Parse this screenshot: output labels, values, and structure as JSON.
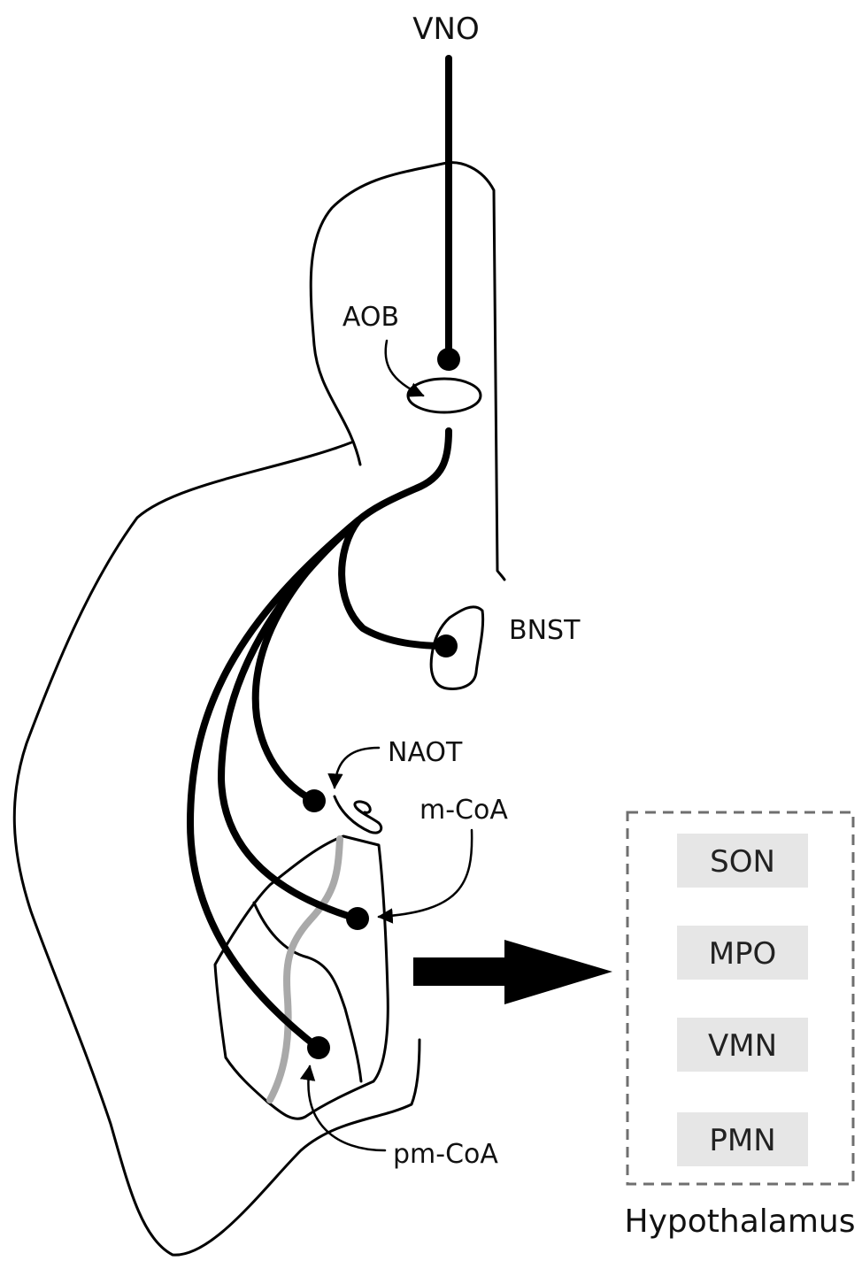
{
  "labels": {
    "vno": "VNO",
    "aob": "AOB",
    "bnst": "BNST",
    "naot": "NAOT",
    "m_coa": "m-CoA",
    "pm_coa": "pm-CoA",
    "hypothalamus": "Hypothalamus"
  },
  "hypothalamus_nuclei": [
    "SON",
    "MPO",
    "VMN",
    "PMN"
  ],
  "colors": {
    "stroke": "#000000",
    "grey_pathway": "#a9a9a9",
    "nucleus_fill": "#e6e6e6",
    "dashed_frame": "#6f6f6f"
  }
}
